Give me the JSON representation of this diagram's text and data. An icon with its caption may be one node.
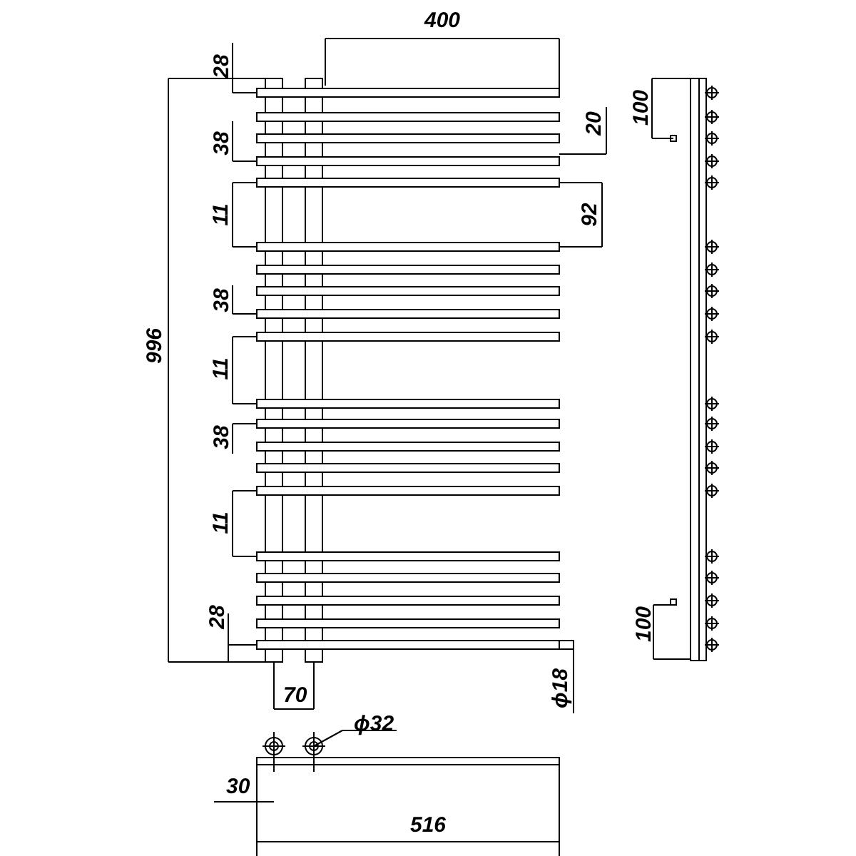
{
  "diagram": {
    "labels": [
      "400",
      "28",
      "20",
      "38",
      "11",
      "92",
      "38",
      "996",
      "11",
      "38",
      "11",
      "28",
      "70",
      "ϕ18",
      "ϕ32",
      "30",
      "516",
      "100",
      "100"
    ]
  }
}
